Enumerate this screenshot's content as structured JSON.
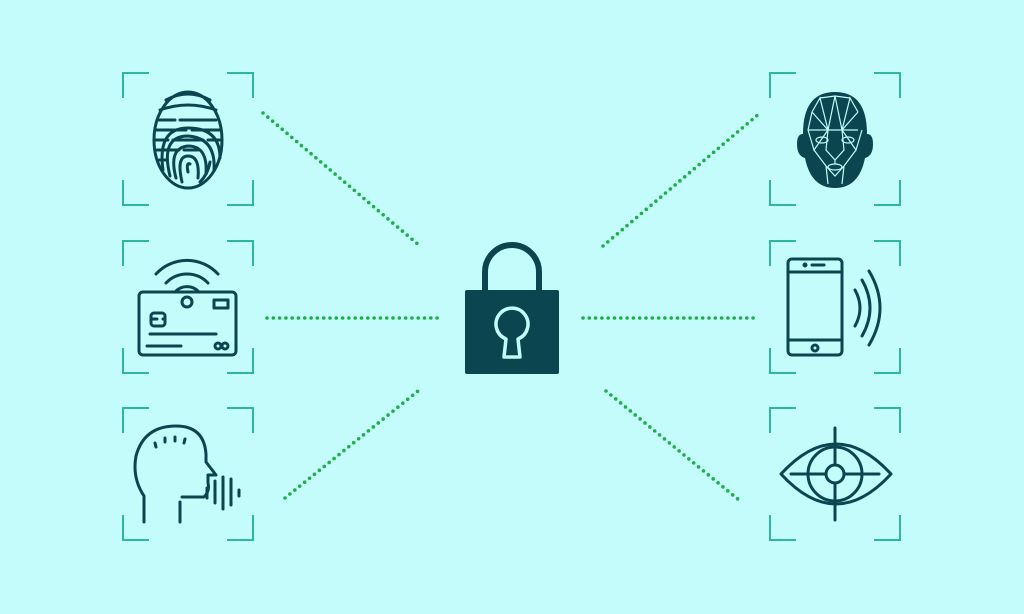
{
  "diagram": {
    "title": "Biometric and multi-factor authentication methods connected to a central lock",
    "center": {
      "name": "padlock",
      "label": "Security lock"
    },
    "left_methods": [
      {
        "name": "fingerprint",
        "label": "Fingerprint recognition"
      },
      {
        "name": "contactless-card",
        "label": "Contactless card / NFC"
      },
      {
        "name": "voice",
        "label": "Voice recognition"
      }
    ],
    "right_methods": [
      {
        "name": "face",
        "label": "Facial recognition"
      },
      {
        "name": "mobile-phone",
        "label": "Mobile device authentication"
      },
      {
        "name": "eye",
        "label": "Iris / retina scan"
      }
    ],
    "connectors": [
      {
        "from": "fingerprint",
        "to": "padlock",
        "style": "dotted"
      },
      {
        "from": "contactless-card",
        "to": "padlock",
        "style": "dotted"
      },
      {
        "from": "voice",
        "to": "padlock",
        "style": "dotted"
      },
      {
        "from": "face",
        "to": "padlock",
        "style": "dotted"
      },
      {
        "from": "mobile-phone",
        "to": "padlock",
        "style": "dotted"
      },
      {
        "from": "eye",
        "to": "padlock",
        "style": "dotted"
      }
    ]
  },
  "colors": {
    "background": "#c4fbfb",
    "icon": "#0b4550",
    "bracket": "#2db89a",
    "connector": "#1fae4a",
    "keyhole": "#c4fbfb"
  }
}
